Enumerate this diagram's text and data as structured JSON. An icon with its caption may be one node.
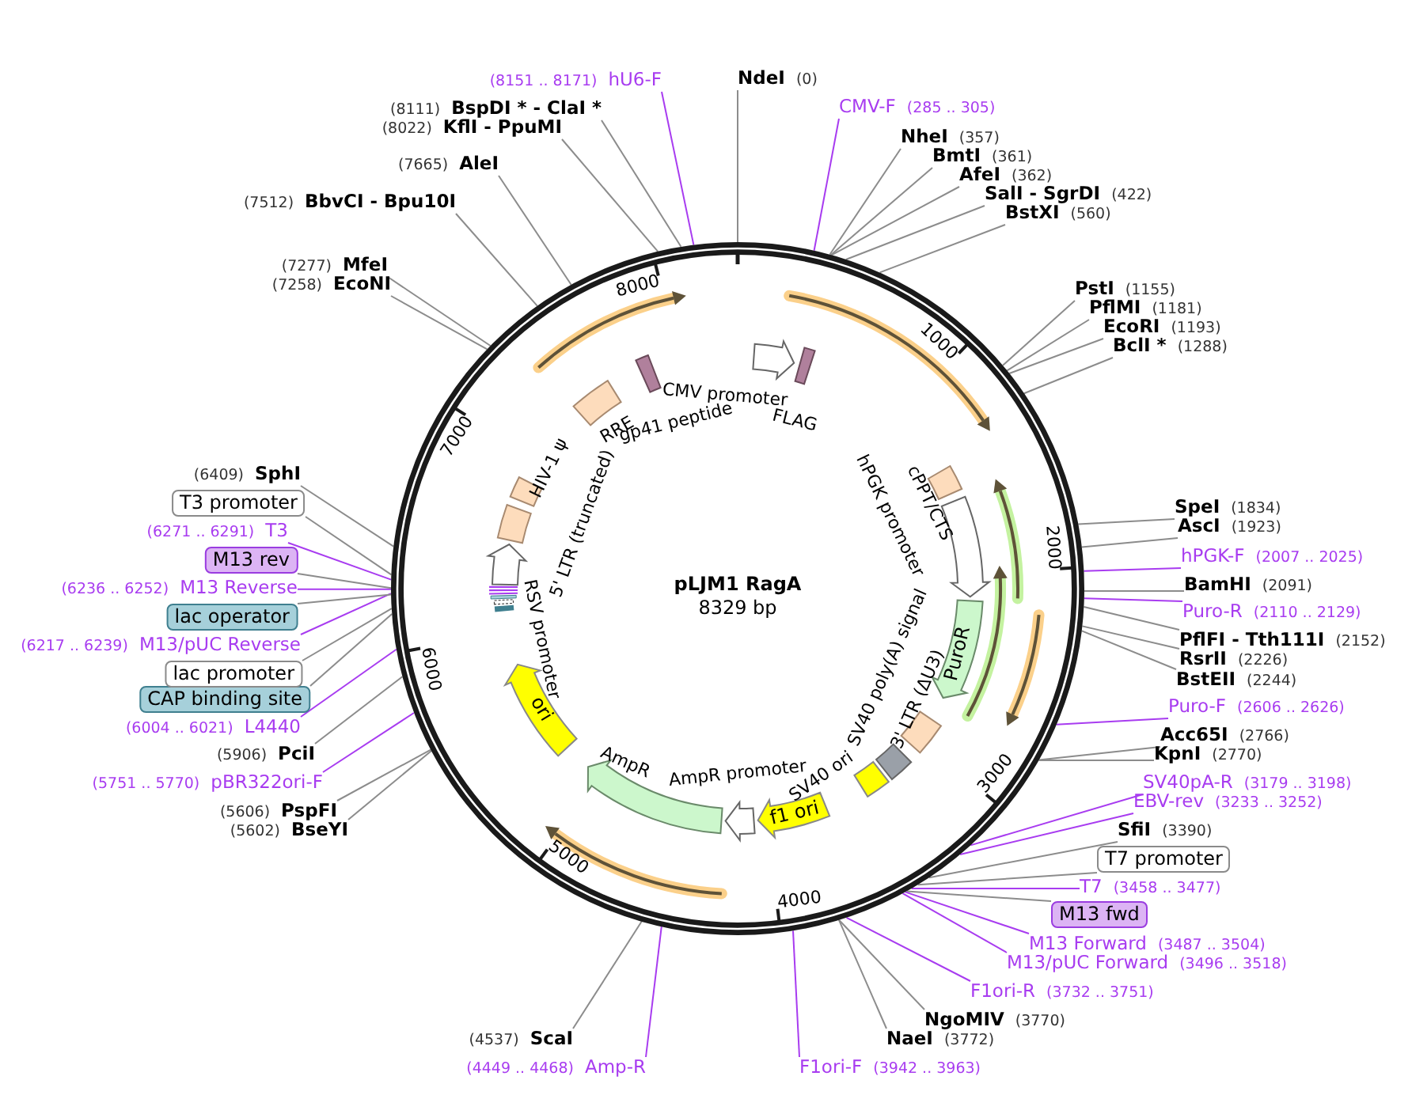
{
  "diagram": {
    "title": "pLJM1 RagA",
    "nodes": [
      {
        "text": [
          "NdeI",
          "(0)"
        ]
      },
      {
        "text": [
          "CMV-F",
          "(285 .. 305)"
        ]
      },
      {
        "text": [
          "NheI",
          "(357)"
        ]
      },
      {
        "text": [
          "BmtI",
          "(361)"
        ]
      },
      {
        "text": [
          "AfeI",
          "(362)"
        ]
      },
      {
        "text": [
          "SalI - SgrDI",
          "(422)"
        ]
      },
      {
        "text": [
          "BstXI",
          "(560)"
        ]
      },
      {
        "text": [
          "PstI",
          "(1155)"
        ]
      },
      {
        "text": [
          "PflMI",
          "(1181)"
        ]
      },
      {
        "text": [
          "EcoRI",
          "(1193)"
        ]
      },
      {
        "text": [
          "BclI *",
          "(1288)"
        ]
      },
      {
        "text": [
          "SpeI",
          "(1834)"
        ]
      },
      {
        "text": [
          "AscI",
          "(1923)"
        ]
      },
      {
        "text": [
          "hPGK-F",
          "(2007 .. 2025)"
        ]
      },
      {
        "text": [
          "BamHI",
          "(2091)"
        ]
      },
      {
        "text": [
          "Puro-R",
          "(2110 .. 2129)"
        ]
      },
      {
        "text": [
          "PflFI - Tth111I",
          "(2152)"
        ]
      },
      {
        "text": [
          "RsrII",
          "(2226)"
        ]
      },
      {
        "text": [
          "BstEII",
          "(2244)"
        ]
      },
      {
        "text": [
          "Puro-F",
          "(2606 .. 2626)"
        ]
      },
      {
        "text": [
          "Acc65I",
          "(2766)"
        ]
      },
      {
        "text": [
          "KpnI",
          "(2770)"
        ]
      },
      {
        "text": [
          "SV40pA-R",
          "(3179 .. 3198)"
        ]
      },
      {
        "text": [
          "EBV-rev",
          "(3233 .. 3252)"
        ]
      },
      {
        "text": [
          "SfiI",
          "(3390)"
        ]
      },
      {
        "text": [
          "T7 promoter"
        ]
      },
      {
        "text": [
          "T7",
          "(3458 .. 3477)"
        ]
      },
      {
        "text": [
          "M13 fwd"
        ]
      },
      {
        "text": [
          "M13 Forward",
          "(3487 .. 3504)"
        ]
      },
      {
        "text": [
          "M13/pUC Forward",
          "(3496 .. 3518)"
        ]
      },
      {
        "text": [
          "F1ori-R",
          "(3732 .. 3751)"
        ]
      },
      {
        "text": [
          "NgoMIV",
          "(3770)"
        ]
      },
      {
        "text": [
          "NaeI",
          "(3772)"
        ]
      },
      {
        "text": [
          "F1ori-F",
          "(3942 .. 3963)"
        ]
      },
      {
        "text": [
          "(4537)",
          "ScaI"
        ]
      },
      {
        "text": [
          "(4449 .. 4468)",
          "Amp-R"
        ]
      },
      {
        "text": [
          "(5602)",
          "BseYI"
        ]
      },
      {
        "text": [
          "(5606)",
          "PspFI"
        ]
      },
      {
        "text": [
          "(5751 .. 5770)",
          "pBR322ori-F"
        ]
      },
      {
        "text": [
          "(5906)",
          "PciI"
        ]
      },
      {
        "text": [
          "(6004 .. 6021)",
          "L4440"
        ]
      },
      {
        "text": [
          "CAP binding site"
        ]
      },
      {
        "text": [
          "lac promoter"
        ]
      },
      {
        "text": [
          "(6217 .. 6239)",
          "M13/pUC Reverse"
        ]
      },
      {
        "text": [
          "lac operator"
        ]
      },
      {
        "text": [
          "(6236 .. 6252)",
          "M13 Reverse"
        ]
      },
      {
        "text": [
          "M13 rev"
        ]
      },
      {
        "text": [
          "(6271 .. 6291)",
          "T3"
        ]
      },
      {
        "text": [
          "T3 promoter"
        ]
      },
      {
        "text": [
          "(6409)",
          "SphI"
        ]
      },
      {
        "text": [
          "(7258)",
          "EcoNI"
        ]
      },
      {
        "text": [
          "(7277)",
          "MfeI"
        ]
      },
      {
        "text": [
          "(7512)",
          "BbvCI - Bpu10I"
        ]
      },
      {
        "text": [
          "(7665)",
          "AleI"
        ]
      },
      {
        "text": [
          "(8022)",
          "KflI - PpuMI"
        ]
      },
      {
        "text": [
          "(8111)",
          "BspDI * - ClaI *"
        ]
      },
      {
        "text": [
          "(8151 .. 8171)",
          "hU6-F"
        ]
      },
      {
        "text": [],
        "shape": "arrow",
        "beside": [
          "CMV promoter"
        ]
      },
      {
        "text": [],
        "shape": "bar",
        "beside": [
          "FLAG"
        ]
      },
      {
        "text": [],
        "shape": "box",
        "beside": [
          "cPPT/CTS"
        ]
      },
      {
        "text": [],
        "shape": "arrow"
      },
      {
        "text": [
          "PuroR"
        ]
      },
      {
        "text": [],
        "shape": "box",
        "beside": [
          "3' LTR (ΔU3)"
        ]
      },
      {
        "text": [],
        "shape": "box",
        "beside": [
          "SV40 poly(A) signal"
        ]
      },
      {
        "text": [],
        "shape": "box",
        "beside": [
          "SV40 ori"
        ]
      },
      {
        "text": [
          "f1 ori"
        ]
      },
      {
        "text": [],
        "shape": "arrow"
      },
      {
        "text": [],
        "shape": "arrow",
        "beside": [
          "AmpR"
        ]
      },
      {
        "text": [
          "ori"
        ]
      },
      {
        "text": [],
        "shape": "arrow",
        "beside": [
          "RSV promoter"
        ]
      },
      {
        "text": [],
        "shape": "box"
      },
      {
        "text": [],
        "shape": "box",
        "beside": [
          "HIV-1 ψ"
        ]
      },
      {
        "text": [],
        "shape": "box",
        "beside": [
          "RRE"
        ]
      },
      {
        "text": [],
        "shape": "bar"
      }
    ],
    "edges": [
      {
        "from": 0,
        "to": null,
        "arrow": "none"
      },
      {
        "from": 1,
        "to": null,
        "arrow": "none",
        "color": "#a83cf0"
      },
      {
        "from": 2,
        "to": null,
        "arrow": "none"
      },
      {
        "from": 3,
        "to": null,
        "arrow": "none"
      },
      {
        "from": 4,
        "to": null,
        "arrow": "none"
      },
      {
        "from": 5,
        "to": null,
        "arrow": "none"
      },
      {
        "from": 6,
        "to": null,
        "arrow": "none"
      },
      {
        "from": 7,
        "to": null,
        "arrow": "none"
      },
      {
        "from": 8,
        "to": null,
        "arrow": "none"
      },
      {
        "from": 9,
        "to": null,
        "arrow": "none"
      },
      {
        "from": 10,
        "to": null,
        "arrow": "none"
      },
      {
        "from": 11,
        "to": null,
        "arrow": "none"
      },
      {
        "from": 12,
        "to": null,
        "arrow": "none"
      },
      {
        "from": 13,
        "to": null,
        "arrow": "none",
        "color": "#a83cf0"
      },
      {
        "from": 14,
        "to": null,
        "arrow": "none"
      },
      {
        "from": 15,
        "to": null,
        "arrow": "none",
        "color": "#a83cf0"
      },
      {
        "from": 16,
        "to": null,
        "arrow": "none"
      },
      {
        "from": 17,
        "to": null,
        "arrow": "none"
      },
      {
        "from": 18,
        "to": null,
        "arrow": "none"
      },
      {
        "from": 19,
        "to": null,
        "arrow": "none",
        "color": "#a83cf0"
      },
      {
        "from": 20,
        "to": null,
        "arrow": "none"
      },
      {
        "from": 21,
        "to": null,
        "arrow": "none"
      },
      {
        "from": 22,
        "to": null,
        "arrow": "none",
        "color": "#a83cf0"
      },
      {
        "from": 23,
        "to": null,
        "arrow": "none",
        "color": "#a83cf0"
      },
      {
        "from": 24,
        "to": null,
        "arrow": "none"
      },
      {
        "from": 25,
        "to": null,
        "arrow": "none"
      },
      {
        "from": 26,
        "to": null,
        "arrow": "none",
        "color": "#a83cf0"
      },
      {
        "from": 27,
        "to": null,
        "arrow": "none"
      },
      {
        "from": 28,
        "to": null,
        "arrow": "none",
        "color": "#a83cf0"
      },
      {
        "from": 29,
        "to": null,
        "arrow": "none",
        "color": "#a83cf0"
      },
      {
        "from": 30,
        "to": null,
        "arrow": "none",
        "color": "#a83cf0"
      },
      {
        "from": 31,
        "to": null,
        "arrow": "none"
      },
      {
        "from": 32,
        "to": null,
        "arrow": "none"
      },
      {
        "from": 33,
        "to": null,
        "arrow": "none",
        "color": "#a83cf0"
      },
      {
        "from": 34,
        "to": null,
        "arrow": "none"
      },
      {
        "from": 35,
        "to": null,
        "arrow": "none",
        "color": "#a83cf0"
      },
      {
        "from": 36,
        "to": null,
        "arrow": "none"
      },
      {
        "from": 37,
        "to": null,
        "arrow": "none"
      },
      {
        "from": 38,
        "to": null,
        "arrow": "none",
        "color": "#a83cf0"
      },
      {
        "from": 39,
        "to": null,
        "arrow": "none"
      },
      {
        "from": 40,
        "to": null,
        "arrow": "none",
        "color": "#a83cf0"
      },
      {
        "from": 41,
        "to": null,
        "arrow": "none"
      },
      {
        "from": 42,
        "to": null,
        "arrow": "none"
      },
      {
        "from": 43,
        "to": null,
        "arrow": "none",
        "color": "#a83cf0"
      },
      {
        "from": 44,
        "to": null,
        "arrow": "none"
      },
      {
        "from": 45,
        "to": null,
        "arrow": "none",
        "color": "#a83cf0"
      },
      {
        "from": 46,
        "to": null,
        "arrow": "none"
      },
      {
        "from": 47,
        "to": null,
        "arrow": "none",
        "color": "#a83cf0"
      },
      {
        "from": 48,
        "to": null,
        "arrow": "none"
      },
      {
        "from": 49,
        "to": null,
        "arrow": "none"
      },
      {
        "from": 50,
        "to": null,
        "arrow": "none"
      },
      {
        "from": 51,
        "to": null,
        "arrow": "none"
      },
      {
        "from": 52,
        "to": null,
        "arrow": "none"
      },
      {
        "from": 53,
        "to": null,
        "arrow": "none"
      },
      {
        "from": 54,
        "to": null,
        "arrow": "none"
      },
      {
        "from": 55,
        "to": null,
        "arrow": "none"
      },
      {
        "from": 56,
        "to": null,
        "arrow": "none",
        "color": "#a83cf0"
      }
    ],
    "labels": [
      "8329 bp",
      "gp41 peptide",
      "hPGK promoter",
      "AmpR promoter",
      "5' LTR (truncated)",
      "1000",
      "2000",
      "3000",
      "4000",
      "5000",
      "6000",
      "7000",
      "8000"
    ]
  }
}
